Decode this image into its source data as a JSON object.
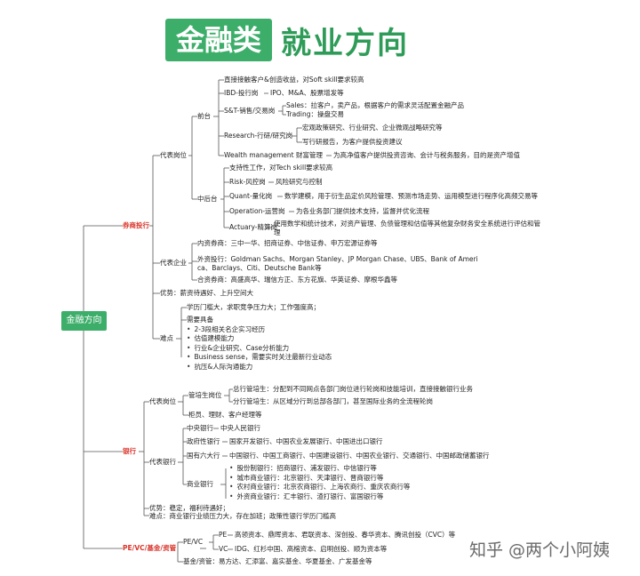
{
  "title": {
    "highlight": "金融类",
    "rest": "就业方向"
  },
  "root": "金融方向",
  "investment_bank": {
    "label": "券商投行",
    "positions": {
      "label": "代表岗位",
      "front": {
        "label": "前台",
        "note": "直接接触客户&创造收益，对Soft skill要求较高",
        "ibd": {
          "label": "IBD-投行岗",
          "desc": "IPO、M&A、股票增发等"
        },
        "st": {
          "label": "S&T-销售/交易岗",
          "sales": "Sales：拉客户，卖产品，根据客户的需求灵活配置金融产品",
          "trading": "Trading：操盘交易"
        },
        "research": {
          "label": "Research-行研/研究岗",
          "macro": "宏观政策研究、行业研究、企业微观战略研究等",
          "report": "写行研报告，为客户提供投资建议"
        },
        "wealth": {
          "label": "Wealth management 财富管理",
          "desc": "为高净值客户提供投资咨询、会计与税务服务，目的是资产增值"
        }
      },
      "middle": {
        "label": "中后台",
        "note": "支持性工作，对Tech skill要求较高",
        "risk": {
          "label": "Risk-风控岗",
          "desc": "风险研究与控制"
        },
        "quant": {
          "label": "Quant-量化岗",
          "desc": "数学建模，用于衍生品定价风险管理、预测市场走势、运用模型进行程序化高频交易等"
        },
        "operation": {
          "label": "Operation-运营岗",
          "desc": "为各业务部门提供技术支持，监督并优化流程"
        },
        "actuary": {
          "label": "Actuary-精算岗",
          "desc1": "使用数学和统计技术，对资产管理、负债管理和估值等其他复杂财务安全系统进行评估和管",
          "desc2": "理"
        }
      }
    },
    "companies": {
      "label": "代表企业",
      "domestic": "内资券商：三中一华、招商证券、中信证券、申万宏源证券等",
      "foreign1": "外资投行：Goldman Sachs、Morgan Stanley、JP Morgan Chase、UBS、Bank of Ameri",
      "foreign2": "ca、Barclays、Citi、Deutsche Bank等",
      "jv": "合资券商：高盛高华、瑞信方正、东方花旗、华英证券、摩根华鑫等"
    },
    "advantage": "优势：薪资待遇好、上升空间大",
    "difficulty": {
      "label": "难点",
      "line1": "学历门槛大，求职竞争压力大；工作强度高；",
      "need": "需要具备",
      "items": [
        "2-3段相关名企实习经历",
        "估值建模能力",
        "行业&企业研究、Case分析能力",
        "Business sense，需要实时关注最新行业动态",
        "抗压&人际沟通能力"
      ]
    }
  },
  "bank": {
    "label": "银行",
    "positions": {
      "label": "代表岗位",
      "mt": {
        "label": "管培生岗位",
        "head_office": "总行管培生：分配到不同网点各部门岗位进行轮岗和技能培训，直接接触银行业务",
        "branch": "分行管培生：从区域分行到总部各部门，甚至国际业务的全流程轮岗"
      },
      "other": "柜员、理财、客户经理等"
    },
    "banks": {
      "label": "代表银行",
      "central": {
        "label": "中央银行",
        "desc": "中央人民银行"
      },
      "policy": {
        "label": "政府性银行",
        "desc": "国家开发银行、中国农业发展银行、中国进出口银行"
      },
      "big6": {
        "label": "国有六大行",
        "desc": "中国银行、中国工商银行、中国建设银行、中国农业银行、交通银行、中国邮政储蓄银行"
      },
      "commercial": {
        "label": "商业银行",
        "items": [
          "股份制银行：招商银行、浦发银行、中信银行等",
          "城市商业银行：北京银行、天津银行、晋商银行等",
          "农村商业银行：北京农商银行、上海农商行、重庆农商行等",
          "外资商业银行：汇丰银行、渣打银行、富国银行等"
        ]
      }
    },
    "advantage": "优势：稳定，福利待遇好；",
    "difficulty": "难点：商业银行业绩压力大，存在加班；政策性银行学历门槛高"
  },
  "pe": {
    "label": "PE/VC/基金/资管",
    "pevc": {
      "label": "PE/VC",
      "pe_label": "PE",
      "pe_desc": "高领资本、鼎晖资本、君联资本、深创投、春华资本、腾讯创投（CVC）等",
      "vc_label": "VC",
      "vc_desc": "IDG、红杉中国、高榕资本、启明创投、顺为资本等"
    },
    "funds": "基金/资管：易方达、汇添富、嘉实基金、华夏基金、广发基金等"
  },
  "watermark": "知乎 @两个小阿姨",
  "colors": {
    "accent_green": "#3dae6a",
    "accent_red": "#d9342b",
    "line": "#555555"
  }
}
